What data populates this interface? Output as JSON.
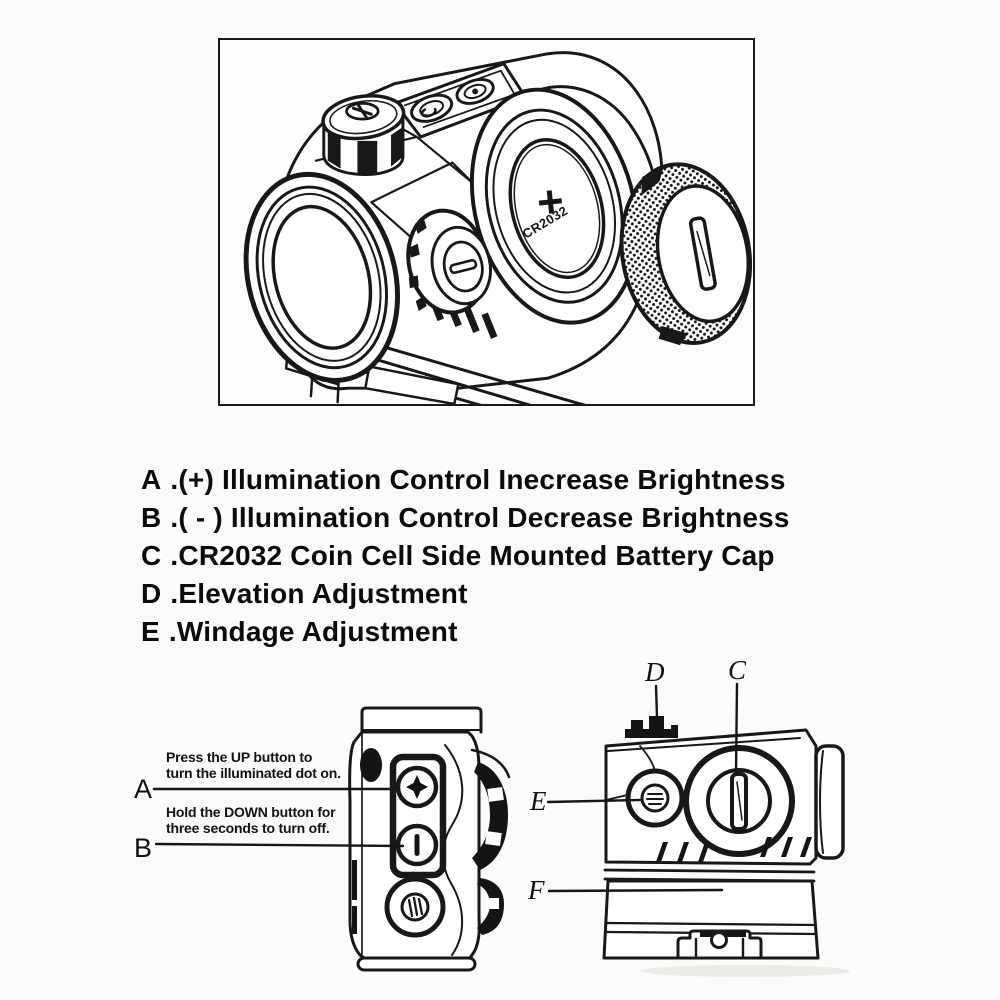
{
  "figure": {
    "battery_polarity": "+",
    "battery_model": "CR2032"
  },
  "legend": {
    "items": [
      {
        "letter": "A",
        "text": ".(+) Illumination Control Inecrease Brightness"
      },
      {
        "letter": "B",
        "text": ".( - ) Illumination Control Decrease Brightness"
      },
      {
        "letter": "C",
        "text": ".CR2032 Coin Cell Side Mounted Battery Cap"
      },
      {
        "letter": "D",
        "text": ".Elevation Adjustment"
      },
      {
        "letter": "E",
        "text": ".Windage Adjustment"
      }
    ]
  },
  "diagram": {
    "labels": {
      "a": "A",
      "b": "B",
      "c": "C",
      "d": "D",
      "e": "E",
      "f": "F"
    },
    "notes": {
      "up_line1": "Press the UP button to",
      "up_line2": "turn the illuminated dot on.",
      "down_line1": "Hold the DOWN button for",
      "down_line2": "three seconds to turn off."
    }
  }
}
